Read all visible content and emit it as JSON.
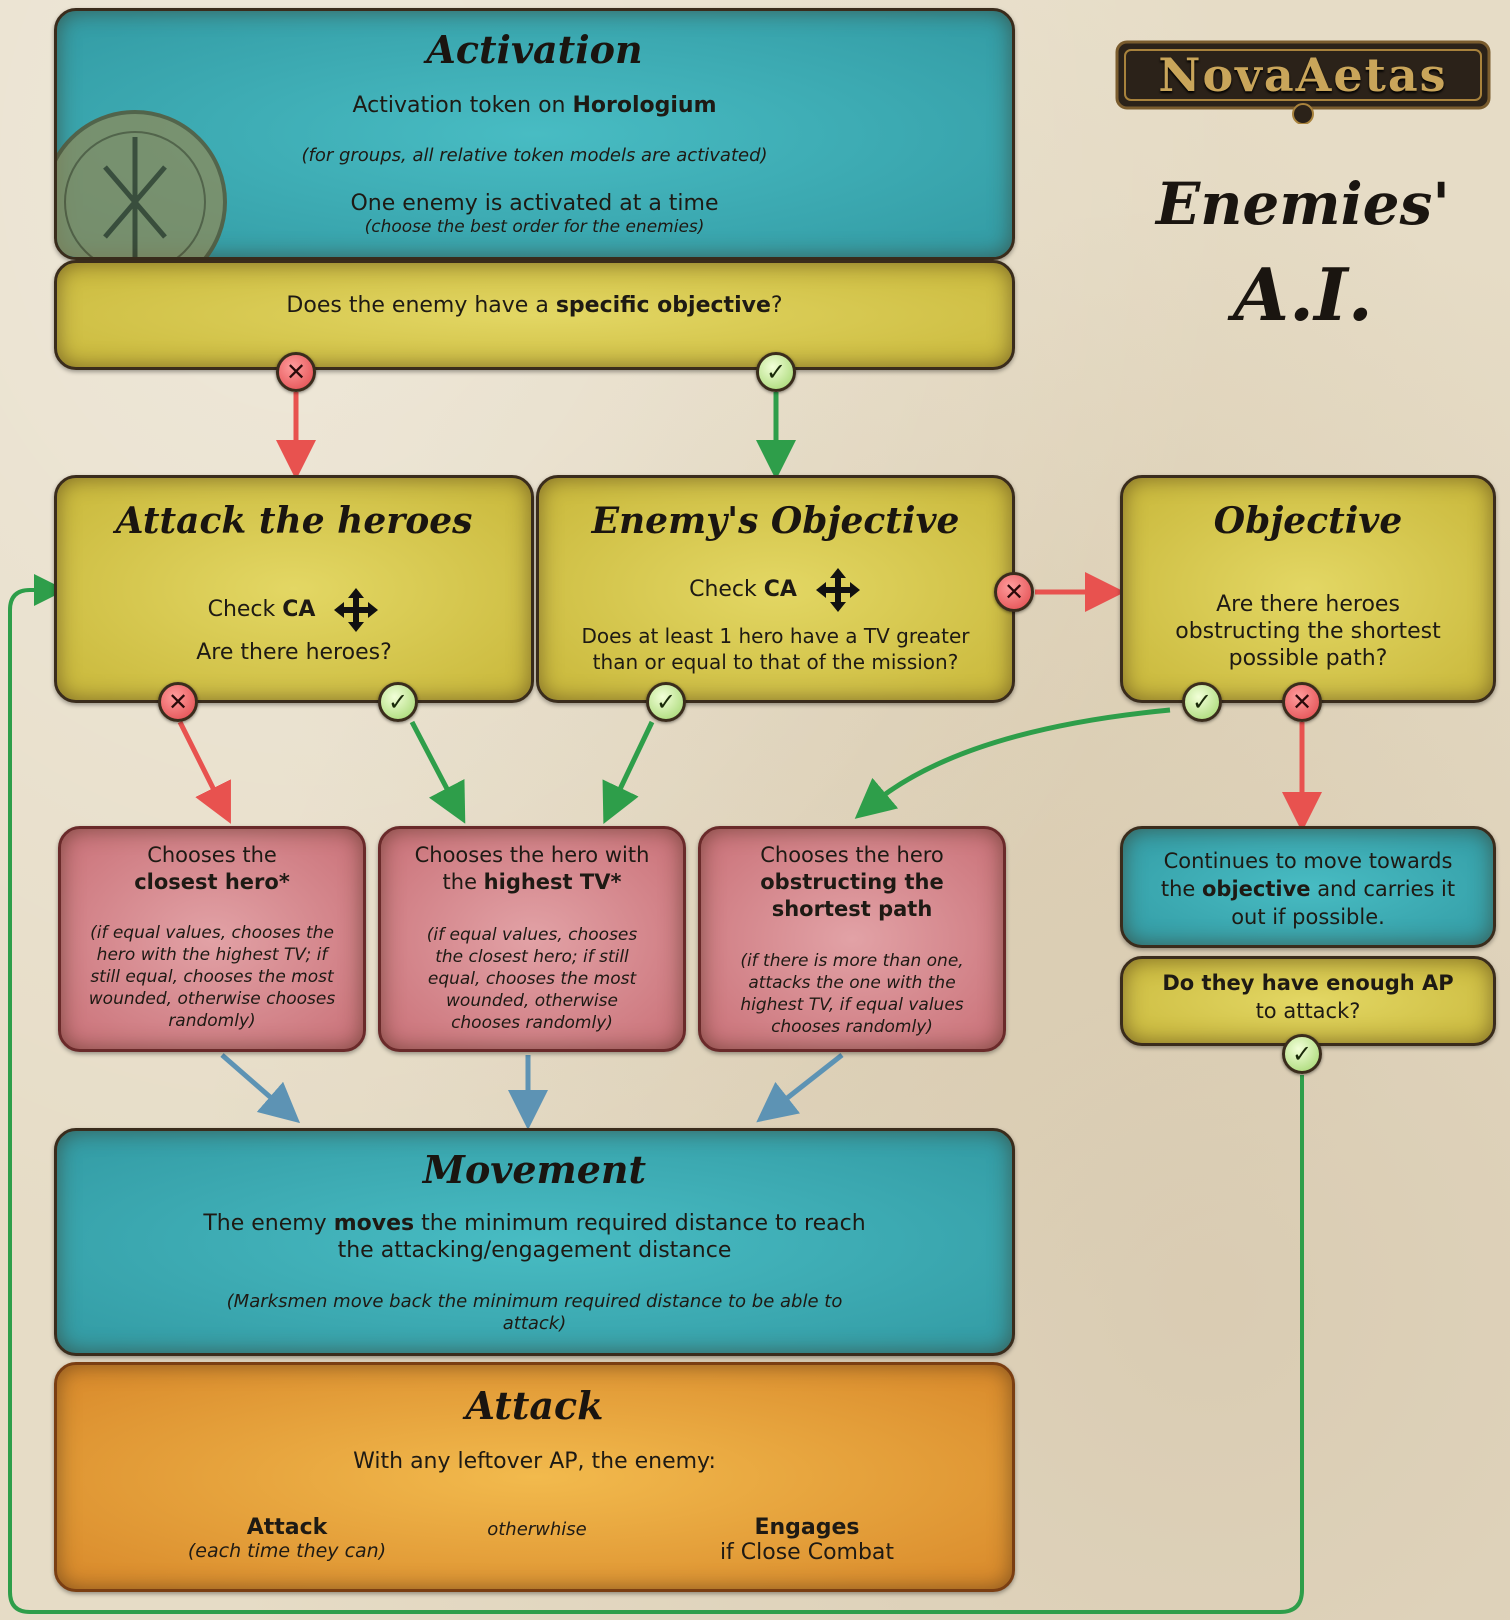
{
  "brand": {
    "logo_text": "NovaAetas"
  },
  "title": {
    "line1": "Enemies'",
    "line2": "A.I."
  },
  "activation": {
    "heading": "Activation",
    "line1_pre": "Activation token on ",
    "line1_bold": "Horologium",
    "note": "(for groups, all relative token models are activated)",
    "line2": "One enemy is activated at a time",
    "line2_note": "(choose the best order for the enemies)"
  },
  "specific_objective": {
    "pre": "Does the enemy have a ",
    "bold": "specific objective",
    "post": "?"
  },
  "attack_heroes": {
    "heading": "Attack the heroes",
    "check_pre": "Check ",
    "check_bold": "CA",
    "question": "Are there heroes?"
  },
  "enemy_objective": {
    "heading": "Enemy's Objective",
    "check_pre": "Check ",
    "check_bold": "CA",
    "question_line1": "Does at least 1 hero have a TV greater",
    "question_line2": "than or equal to that of the mission?"
  },
  "objective": {
    "heading": "Objective",
    "line1": "Are there heroes",
    "line2": "obstructing the shortest",
    "line3": "possible path?"
  },
  "closest": {
    "line1": "Chooses the",
    "bold": "closest hero*",
    "note1": "(if equal values, chooses the",
    "note2": "hero with the highest TV; if",
    "note3": "still equal, chooses the most",
    "note4": "wounded, otherwise chooses",
    "note5": "randomly)"
  },
  "highest": {
    "line1": "Chooses the hero with",
    "pre": "the ",
    "bold": "highest TV*",
    "note1": "(if equal values, chooses",
    "note2": "the closest hero; if still",
    "note3": "equal, chooses the most",
    "note4": "wounded, otherwise",
    "note5": "chooses randomly)"
  },
  "obstructing": {
    "line1": "Chooses the hero",
    "bold1": "obstructing the",
    "bold2": "shortest path",
    "note1": "(if there is more than one,",
    "note2": "attacks the one with the",
    "note3": "highest TV, if equal values",
    "note4": "chooses randomly)"
  },
  "continues": {
    "line1": "Continues to move towards",
    "pre": "the ",
    "bold": "objective",
    "post": " and carries it",
    "line3": "out if possible."
  },
  "enough_ap": {
    "bold": "Do they have enough AP",
    "line2": "to attack?"
  },
  "movement": {
    "heading": "Movement",
    "pre": "The enemy ",
    "bold": "moves",
    "post": " the minimum required distance to reach",
    "line2": "the attacking/engagement distance",
    "note1": "(Marksmen move back the minimum required distance to be able to",
    "note2": "attack)"
  },
  "attack": {
    "heading": "Attack",
    "intro": "With any leftover AP, the enemy:",
    "opt1_bold": "Attack",
    "opt1_note": "(each time they can)",
    "middle": "otherwhise",
    "opt2_bold": "Engages",
    "opt2_line": "if Close Combat"
  },
  "badges": {
    "no": "✕",
    "yes": "✓"
  },
  "colors": {
    "red_arrow": "#e8524f",
    "green_arrow": "#2e9e4a",
    "blue_arrow": "#5d93b4",
    "teal": "#3eadb5",
    "yellow": "#d9cc4e",
    "pink": "#d98f95",
    "orange": "#e9a93b"
  }
}
